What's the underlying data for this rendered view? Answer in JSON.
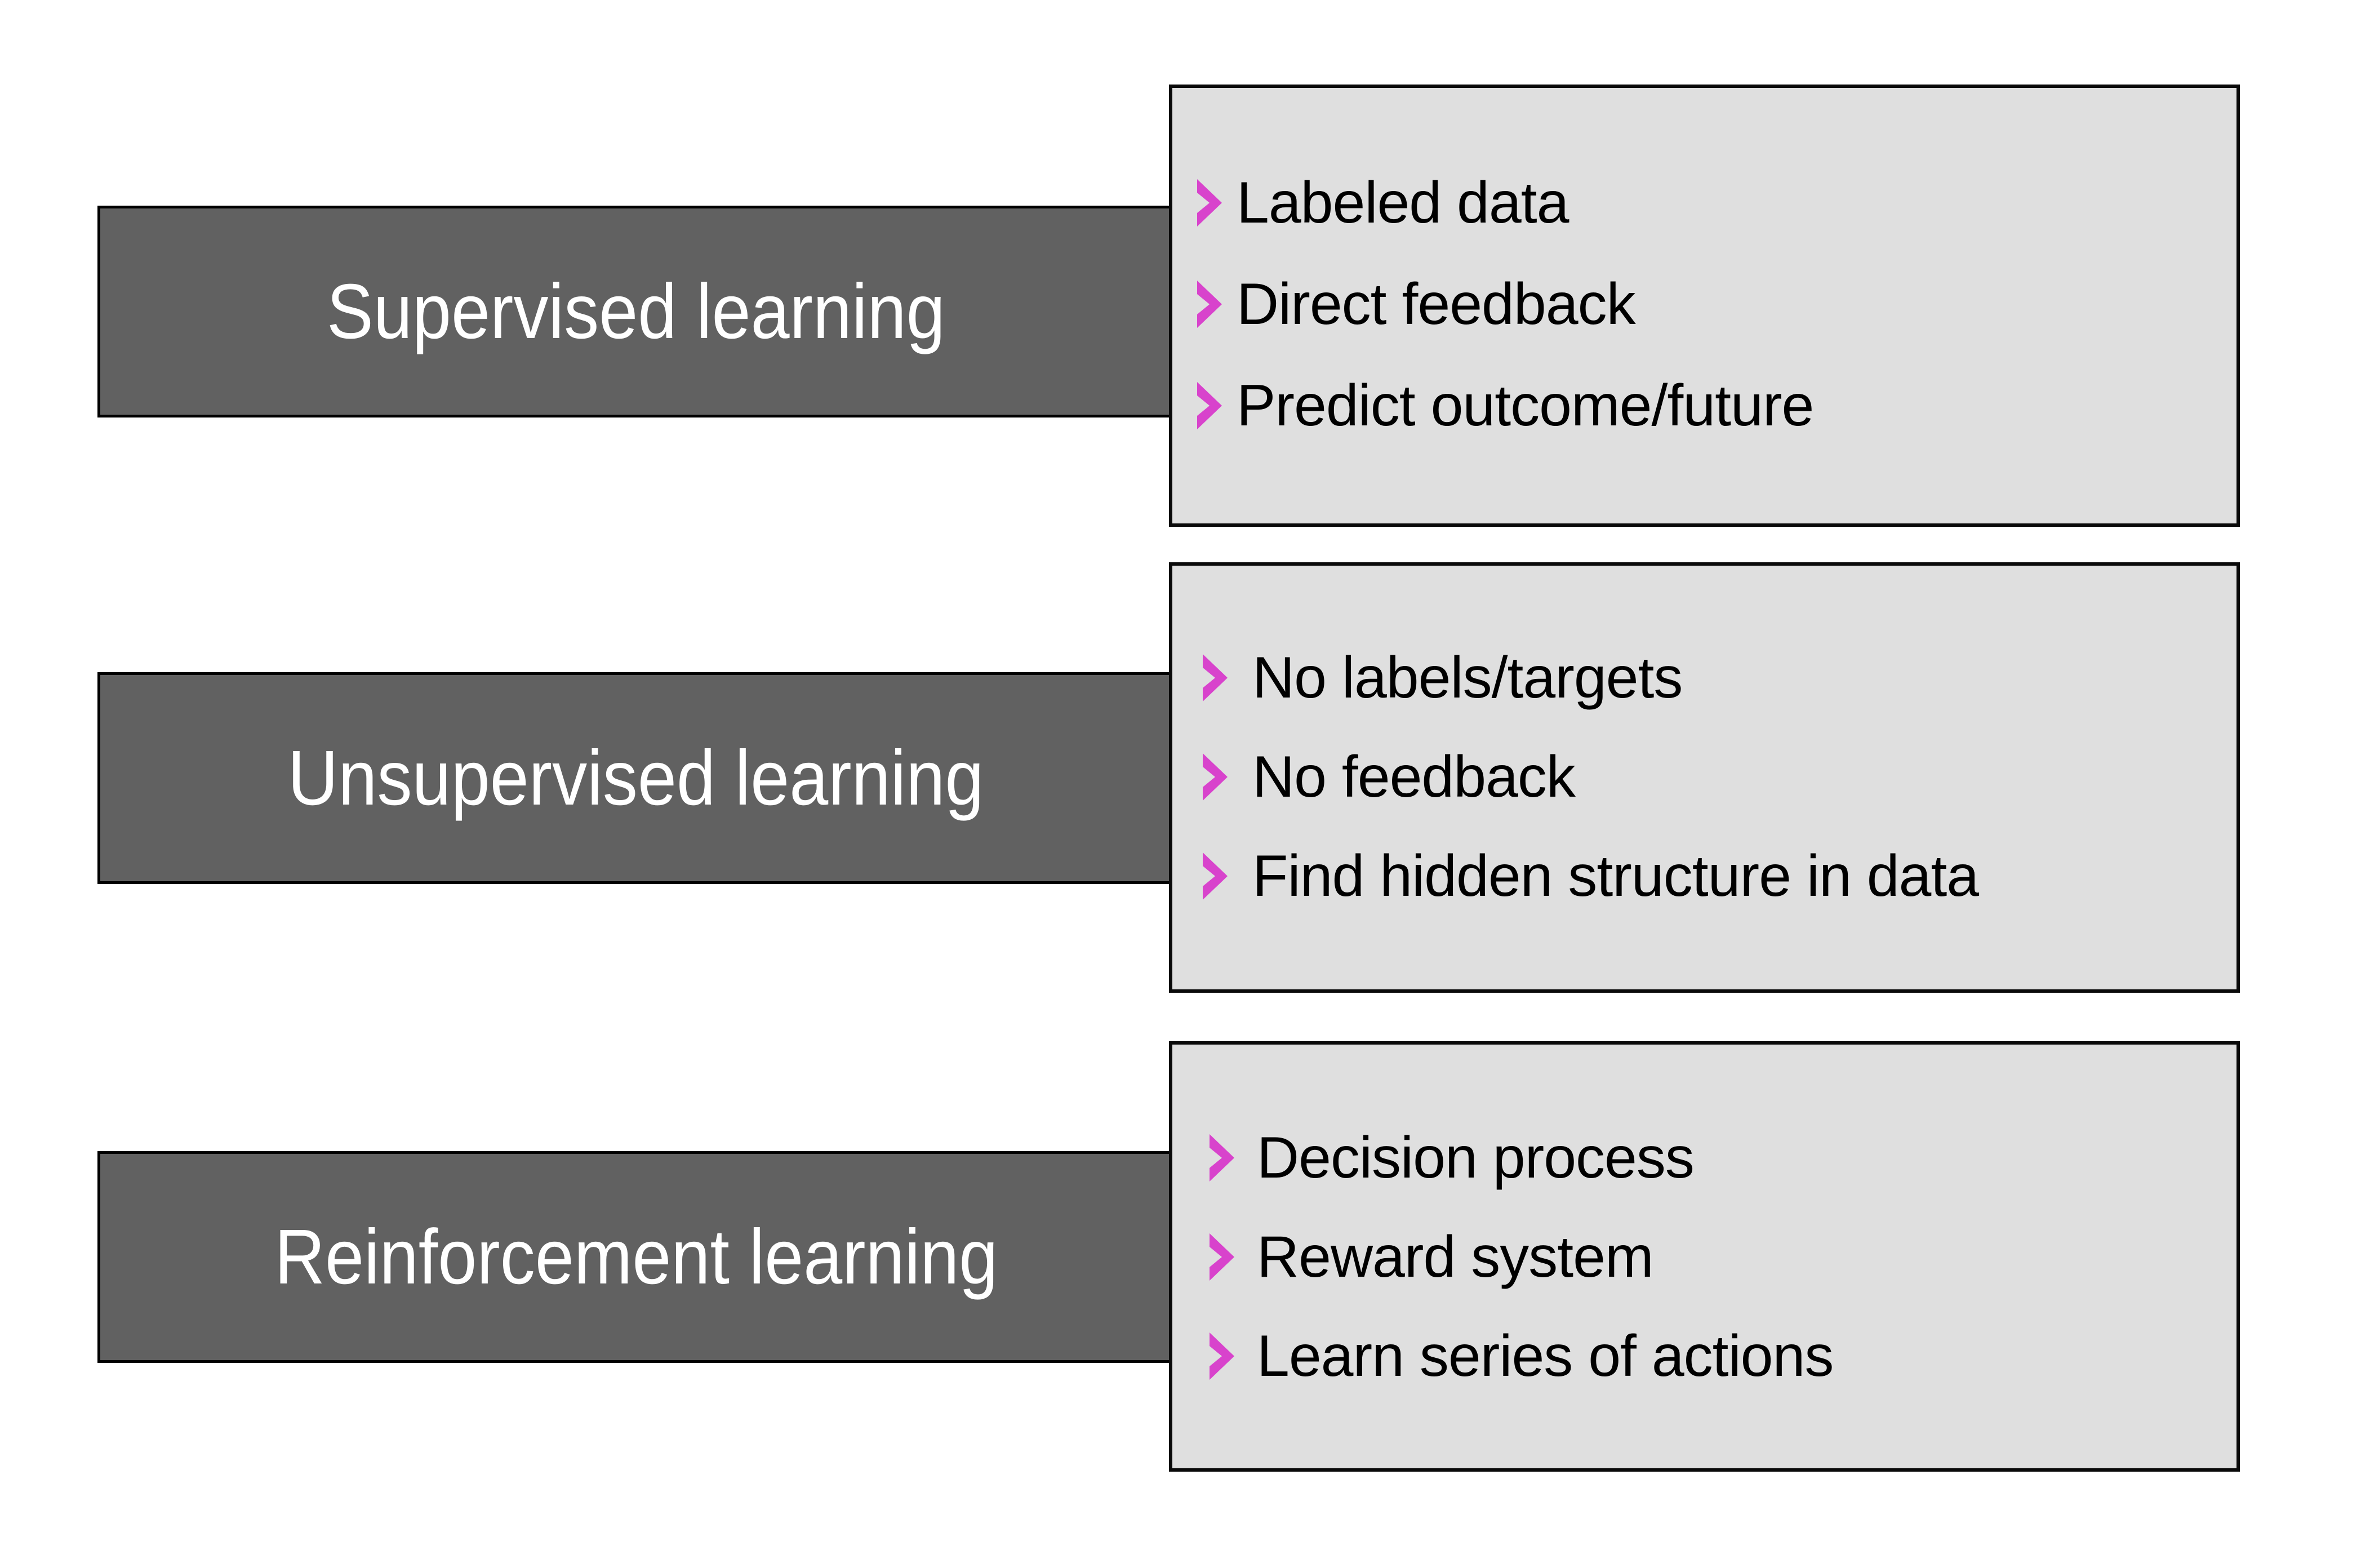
{
  "slide": {
    "background_color": "#ffffff",
    "accent_color": "#D843CC",
    "bar_color": "#616161",
    "panel_color": "#DFDFDF",
    "border_color": "#000000",
    "bullet_icon": "chevron-right-icon"
  },
  "groups": [
    {
      "title": "Supervised learning",
      "bullets": [
        "Labeled data",
        "Direct feedback",
        "Predict outcome/future"
      ]
    },
    {
      "title": "Unsupervised learning",
      "bullets": [
        "No labels/targets",
        "No feedback",
        "Find hidden structure in data"
      ]
    },
    {
      "title": "Reinforcement learning",
      "bullets": [
        "Decision process",
        "Reward system",
        "Learn series of actions"
      ]
    }
  ]
}
